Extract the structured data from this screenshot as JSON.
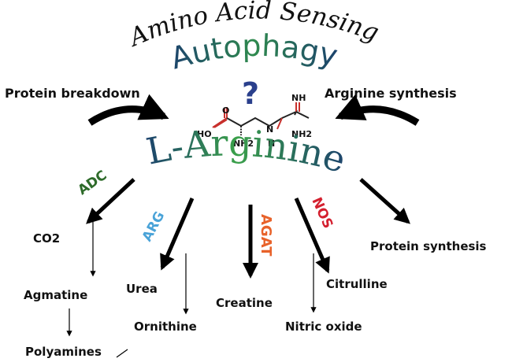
{
  "header": {
    "sensing": "Amino Acid Sensing",
    "autophagy": "Autophagy",
    "question": "?"
  },
  "center": {
    "molecule": "L-Arginine"
  },
  "structure": {
    "o": "O",
    "ho": "HO",
    "nh2": "NH2",
    "nh": "NH",
    "n": "N",
    "h": "H",
    "nh2_right": "NH2"
  },
  "inputs": {
    "left": "Protein breakdown",
    "right": "Arginine synthesis"
  },
  "enzymes": {
    "adc": "ADC",
    "arg": "ARG",
    "agat": "AGAT",
    "nos": "NOS"
  },
  "products": {
    "co2": "CO2",
    "agmatine": "Agmatine",
    "polyamines": "Polyamines",
    "urea": "Urea",
    "ornithine": "Ornithine",
    "creatine": "Creatine",
    "citrulline": "Citrulline",
    "nitric_oxide": "Nitric oxide",
    "protein_synthesis": "Protein synthesis"
  },
  "colors": {
    "adc": "#2e6b2a",
    "arg": "#4aa3d8",
    "agat": "#e8622a",
    "nos": "#d4202f",
    "question": "#2a3f8c",
    "arginine_a": "#1b3f6e",
    "arginine_b": "#3aa04a",
    "molecule_red": "#c8302c"
  }
}
